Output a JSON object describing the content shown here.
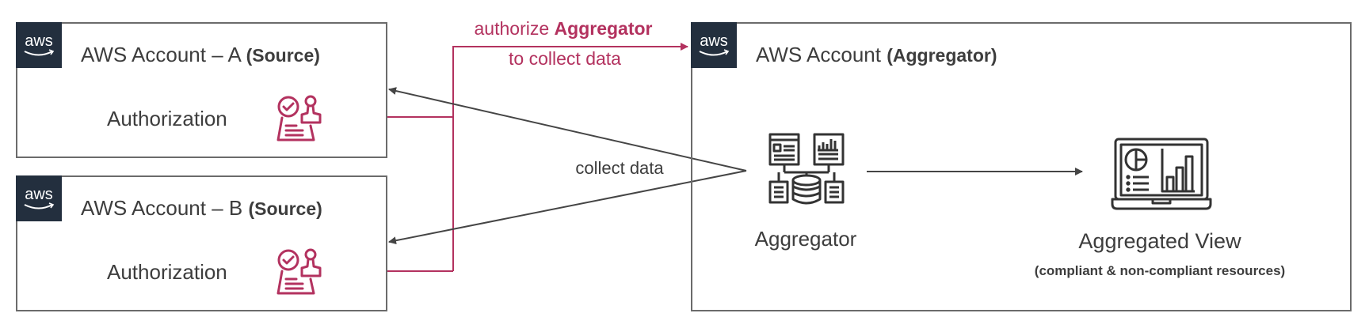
{
  "diagram": {
    "title": "AWS Config Multi-Account Aggregator",
    "colors": {
      "accent": "#b3325f",
      "text": "#3d3d3d",
      "border": "#6b6b6b",
      "aws_logo_bg": "#232f3e",
      "arrow": "#454545"
    },
    "source_accounts": [
      {
        "logo": "aws",
        "title_prefix": "AWS Account – A",
        "title_role": "(Source)",
        "item_label": "Authorization",
        "item_icon": "authorization-stamp-icon"
      },
      {
        "logo": "aws",
        "title_prefix": "AWS Account – B",
        "title_role": "(Source)",
        "item_label": "Authorization",
        "item_icon": "authorization-stamp-icon"
      }
    ],
    "aggregator_account": {
      "logo": "aws",
      "title_prefix": "AWS Account",
      "title_role": "(Aggregator)",
      "aggregator": {
        "label": "Aggregator",
        "icon": "aggregator-database-icon"
      },
      "view": {
        "label": "Aggregated View",
        "sublabel": "(compliant & non-compliant resources)",
        "icon": "laptop-dashboard-icon"
      }
    },
    "edges": {
      "authorize": {
        "line1_prefix": "authorize ",
        "line1_bold": "Aggregator",
        "line2": "to collect data"
      },
      "collect": {
        "label": "collect data"
      }
    }
  }
}
